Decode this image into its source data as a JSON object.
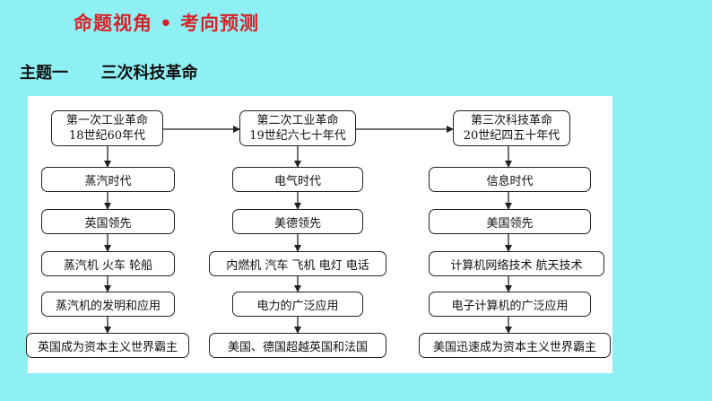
{
  "header": {
    "title": "命题视角 • 考向预测",
    "topic_label": "主题一",
    "topic_name": "三次科技革命"
  },
  "columns": [
    {
      "head_line1": "第一次工业革命",
      "head_line2": "18世纪60年代",
      "era": "蒸汽时代",
      "leader": "英国领先",
      "inventions": "蒸汽机 火车 轮船",
      "application": "蒸汽机的发明和应用",
      "outcome": "英国成为资本主义世界霸主"
    },
    {
      "head_line1": "第二次工业革命",
      "head_line2": "19世纪六七十年代",
      "era": "电气时代",
      "leader": "美德领先",
      "inventions": "内燃机 汽车 飞机 电灯 电话",
      "application": "电力的广泛应用",
      "outcome": "美国、德国超越英国和法国"
    },
    {
      "head_line1": "第三次科技革命",
      "head_line2": "20世纪四五十年代",
      "era": "信息时代",
      "leader": "美国领先",
      "inventions": "计算机网络技术 航天技术",
      "application": "电子计算机的广泛应用",
      "outcome": "美国迅速成为资本主义世界霸主"
    }
  ]
}
